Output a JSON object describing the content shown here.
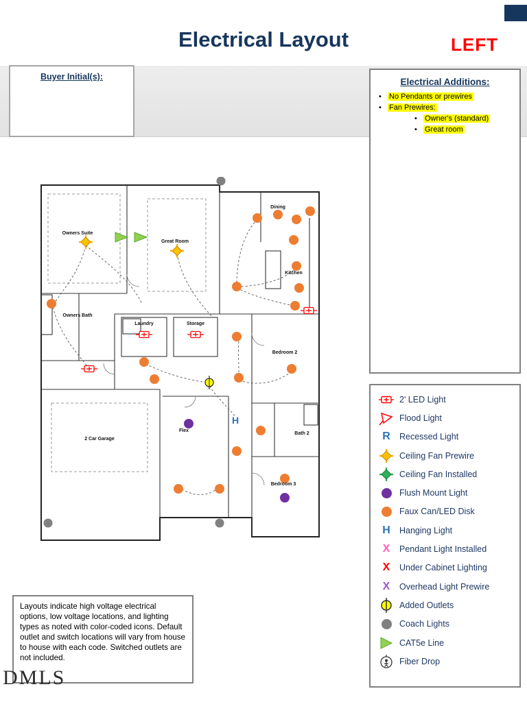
{
  "page": {
    "title": "Electrical Layout",
    "side_label": "LEFT",
    "watermark": "DMLS"
  },
  "buyer_box": {
    "label": "Buyer Initial(s):"
  },
  "electrical_additions": {
    "title": "Electrical Additions:",
    "bullets": [
      "No Pendants or prewires",
      "Fan Prewires:"
    ],
    "sub_bullets": [
      "Owner's (standard)",
      "Great room"
    ]
  },
  "floorplan": {
    "rooms": [
      "Owners Suite",
      "Great Room",
      "Dining",
      "Kitchen",
      "Owners Bath",
      "Laundry",
      "Storage",
      "Bedroom 2",
      "Bath 2",
      "Flex",
      "2 Car Garage",
      "Bedroom 3"
    ]
  },
  "legend": {
    "items": [
      {
        "icon": "led-light-icon",
        "label": "2' LED Light"
      },
      {
        "icon": "flood-light-icon",
        "label": "Flood Light"
      },
      {
        "icon": "recessed-light-icon",
        "label": "Recessed Light",
        "symbol": "R"
      },
      {
        "icon": "ceiling-fan-prewire-icon",
        "label": "Ceiling Fan Prewire"
      },
      {
        "icon": "ceiling-fan-installed-icon",
        "label": "Ceiling Fan Installed"
      },
      {
        "icon": "flush-mount-light-icon",
        "label": "Flush Mount Light"
      },
      {
        "icon": "faux-can-icon",
        "label": "Faux Can/LED Disk"
      },
      {
        "icon": "hanging-light-icon",
        "label": "Hanging Light",
        "symbol": "H"
      },
      {
        "icon": "pendant-light-icon",
        "label": "Pendant Light Installed",
        "symbol": "X"
      },
      {
        "icon": "under-cabinet-icon",
        "label": "Under Cabinet Lighting",
        "symbol": "X"
      },
      {
        "icon": "overhead-prewire-icon",
        "label": "Overhead Light Prewire",
        "symbol": "X"
      },
      {
        "icon": "added-outlets-icon",
        "label": "Added Outlets"
      },
      {
        "icon": "coach-lights-icon",
        "label": "Coach Lights"
      },
      {
        "icon": "cat5e-icon",
        "label": "CAT5e Line"
      },
      {
        "icon": "fiber-drop-icon",
        "label": "Fiber Drop"
      }
    ]
  },
  "disclaimer": {
    "text": "Layouts indicate high voltage electrical options, low voltage locations, and lighting types as noted with color-coded icons. Default outlet and switch locations will vary from house to house with each code. Switched outlets are not included."
  },
  "colors": {
    "navy": "#17365D",
    "red": "#FF0000",
    "highlight_yellow": "#FFFF00",
    "faux_can_orange": "#ED7D31",
    "flush_mount_purple": "#7030A0",
    "fan_prewire_yellow": "#FFC000",
    "fan_installed_green": "#2EB05C",
    "recessed_blue": "#2E75B6",
    "pendant_pink": "#FF5FBF",
    "overhead_violet": "#9B59D0",
    "coach_gray": "#808080",
    "cat5e_green": "#92D050"
  }
}
